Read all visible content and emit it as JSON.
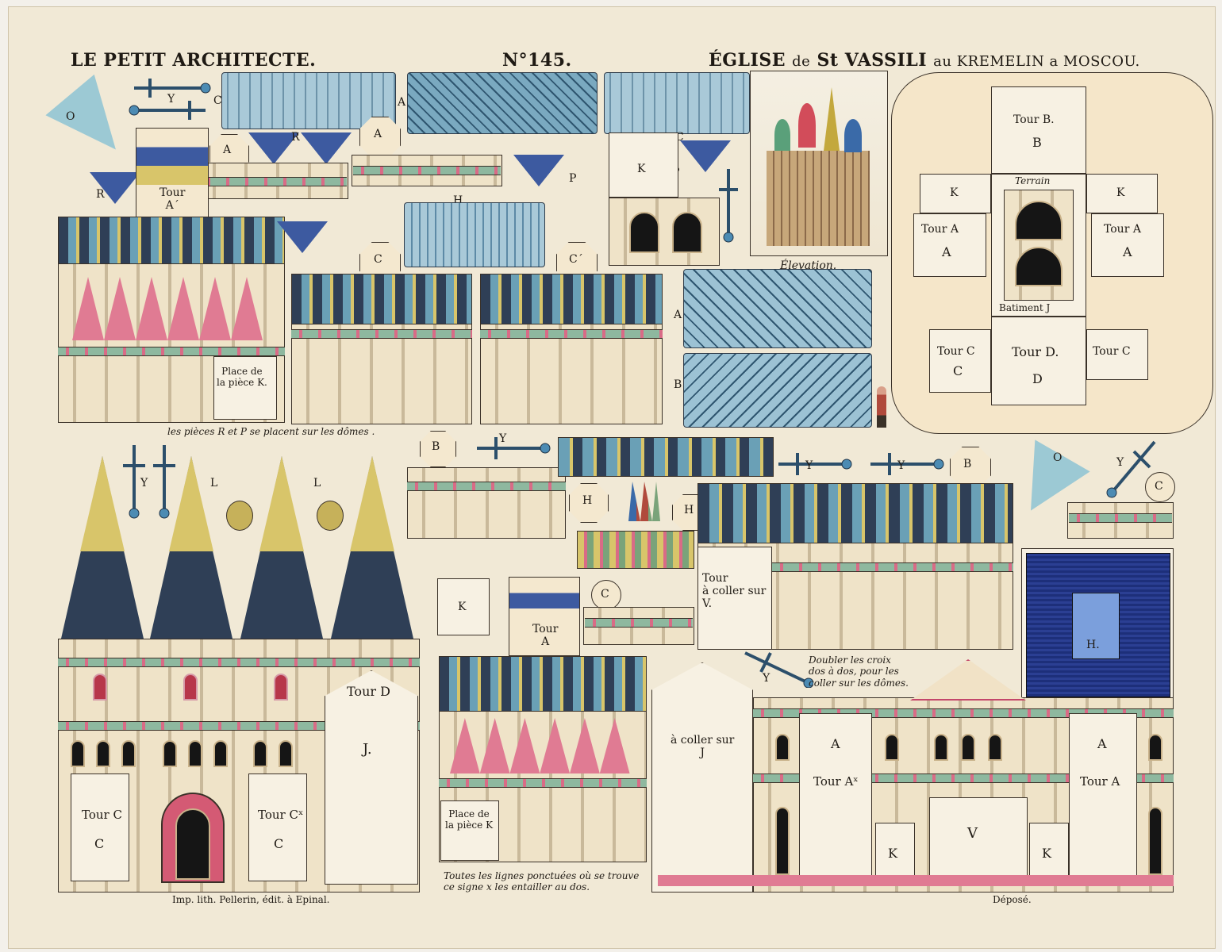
{
  "header": {
    "series": "LE PETIT ARCHITECTE.",
    "number": "N°145.",
    "title_main": "ÉGLISE",
    "title_de": "de",
    "title_saint": "St VASSILI",
    "title_rest": "au KREMELIN a MOSCOU."
  },
  "elevation_caption": "Élevation.",
  "base": {
    "tour_b_title": "Tour B.",
    "tour_b_letter": "B",
    "k_left": "K",
    "k_right": "K",
    "tour_a_left_title": "Tour A",
    "tour_a_left_letter": "A",
    "tour_a_right_title": "Tour A",
    "tour_a_right_letter": "A",
    "terrain": "Terrain",
    "batiment": "Batiment J",
    "tour_c_left_title": "Tour C",
    "tour_c_left_letter": "C",
    "tour_d_title": "Tour D.",
    "tour_d_letter": "D",
    "tour_c_right_title": "Tour C"
  },
  "letters": {
    "y1": "Y",
    "c1": "C",
    "o1": "O",
    "r1": "R",
    "a1": "A",
    "r2": "R",
    "a_oct": "A",
    "a_roof": "A",
    "c2": "C",
    "k_top": "K",
    "p1": "P",
    "p2": "P",
    "h1": "H",
    "tour_a_small": "Tour\nA´",
    "c_oct1": "C",
    "c_oct2": "C´",
    "a_side": "A",
    "b_side": "B",
    "y2": "Y",
    "l1": "L",
    "l2": "L",
    "b_oct": "B",
    "y3": "Y",
    "h2": "H",
    "h3": "H",
    "y4": "Y",
    "y5": "Y",
    "b_oct2": "B",
    "o2": "O",
    "y6": "Y",
    "c_circ": "C",
    "k_mid": "K",
    "c_circ2": "C",
    "tour_a_mid": "Tour\nA",
    "y7": "Y",
    "h_blue": "H."
  },
  "notes": {
    "place_k1": "Place de\nla pièce K.",
    "pieces_r_p": "les pièces R et P se placent sur les dômes .",
    "tour_coller_v": "Tour\nà coller sur\nV.",
    "doubler": "Doubler les croix\ndos à dos, pour les\ncoller sur les dômes.",
    "place_k2": "Place de\nla pièce K",
    "lignes": "Toutes les lignes ponctuées où se trouve\nce signe x les entailler au dos.",
    "imp": "Imp. lith. Pellerin, édit. à Epinal.",
    "depose": "Déposé."
  },
  "bottom": {
    "tour_d": "Tour D",
    "j": "J.",
    "tour_c_left": "Tour C",
    "c_left": "C",
    "tour_cx": "Tour Cˣ",
    "c_mid": "C",
    "coller_j": "à coller sur\nJ",
    "a1_title": "A",
    "a1_sub": "Tour Aˣ",
    "a2_title": "A",
    "a2_sub": "Tour A",
    "k1": "K",
    "v": "V",
    "k2": "K"
  }
}
